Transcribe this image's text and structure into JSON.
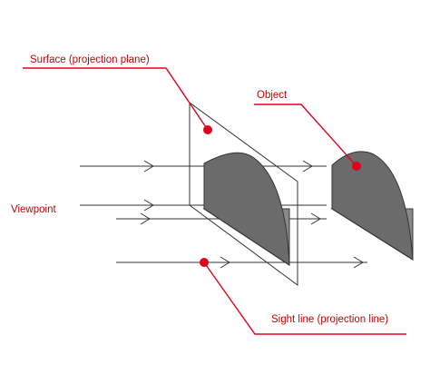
{
  "labels": {
    "surface": "Surface (projection plane)",
    "object": "Object",
    "viewpoint": "Viewpoint",
    "sight_line": "Sight line (projection line)"
  },
  "colors": {
    "callout": "#e2001a",
    "label_text": "#cc0000",
    "object_fill": "#6b6b6b",
    "line": "#333333"
  }
}
